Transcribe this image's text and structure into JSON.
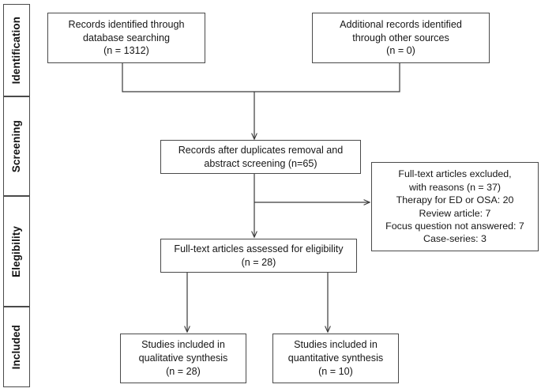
{
  "diagram": {
    "type": "prisma-flow-diagram",
    "colors": {
      "box_border": "#4a4a4a",
      "connector": "#3a3a3a",
      "text": "#161616",
      "background": "#ffffff"
    },
    "stages": [
      {
        "id": "identification",
        "label": "Identification"
      },
      {
        "id": "screening",
        "label": "Screening"
      },
      {
        "id": "eligibility",
        "label": "Elegibility"
      },
      {
        "id": "included",
        "label": "Included"
      }
    ],
    "boxes": {
      "records_database": {
        "lines": [
          "Records identified through",
          "database searching",
          "(n = 1312)"
        ]
      },
      "records_other_sources": {
        "lines": [
          "Additional records identified",
          "through other sources",
          "(n = 0)"
        ]
      },
      "records_after_duplicates": {
        "lines": [
          "Records after duplicates removal and",
          "abstract screening (n=65)"
        ]
      },
      "fulltext_assessed": {
        "lines": [
          "Full-text articles assessed for eligibility",
          "(n = 28)"
        ]
      },
      "fulltext_excluded": {
        "lines": [
          "Full-text articles excluded,",
          "with reasons (n = 37)",
          "Therapy  for ED or OSA: 20",
          "Review article: 7",
          "Focus question not answered: 7",
          "Case-series: 3"
        ]
      },
      "qualitative_synthesis": {
        "lines": [
          "Studies included in",
          "qualitative synthesis",
          "(n = 28)"
        ]
      },
      "quantitative_synthesis": {
        "lines": [
          "Studies included in",
          "quantitative synthesis",
          "(n = 10)"
        ]
      }
    }
  }
}
